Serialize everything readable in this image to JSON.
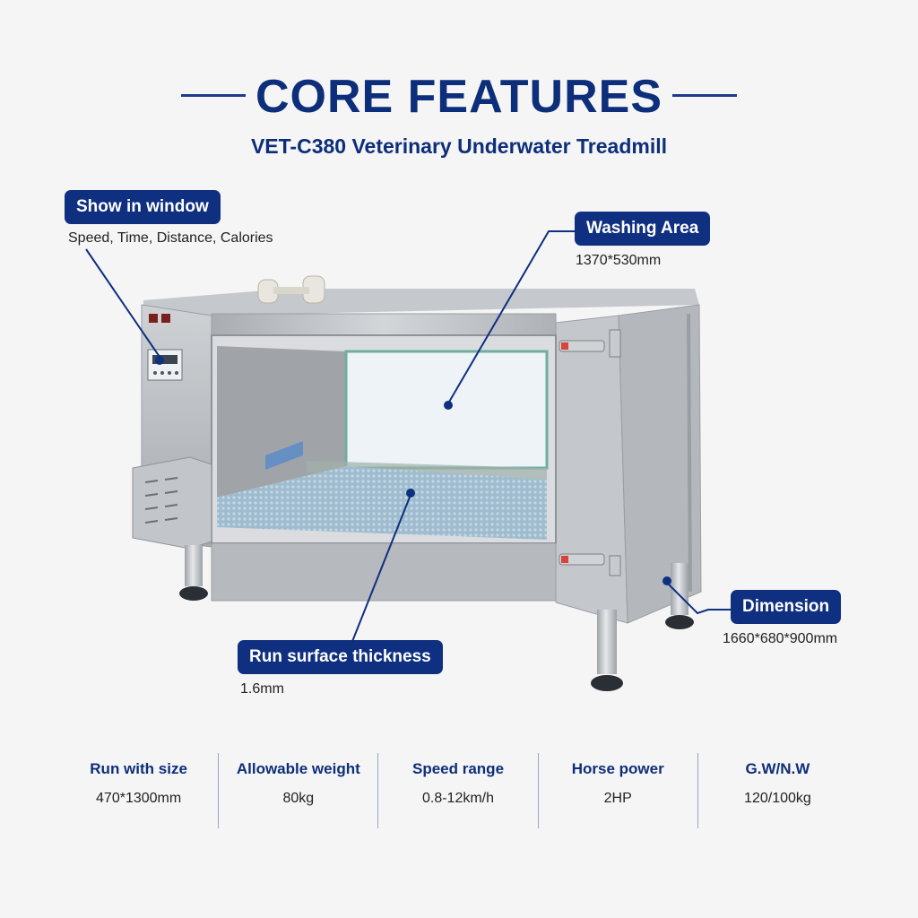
{
  "header": {
    "title": "CORE FEATURES",
    "subtitle": "VET-C380 Veterinary Underwater Treadmill"
  },
  "callouts": {
    "display": {
      "label": "Show in window",
      "detail": "Speed, Time, Distance, Calories"
    },
    "washing_area": {
      "label": "Washing Area",
      "detail": "1370*530mm"
    },
    "dimension": {
      "label": "Dimension",
      "detail": "1660*680*900mm"
    },
    "run_surface": {
      "label": "Run surface thickness",
      "detail": "1.6mm"
    }
  },
  "specs": [
    {
      "label": "Run with size",
      "value": "470*1300mm"
    },
    {
      "label": "Allowable weight",
      "value": "80kg"
    },
    {
      "label": "Speed range",
      "value": "0.8-12km/h"
    },
    {
      "label": "Horse power",
      "value": "2HP"
    },
    {
      "label": "G.W/N.W",
      "value": "120/100kg"
    }
  ],
  "colors": {
    "brand_navy": "#0f2f80",
    "steel": "#b9bcc0",
    "glass": "#eef3f7",
    "belt": "#a7c3d6"
  }
}
